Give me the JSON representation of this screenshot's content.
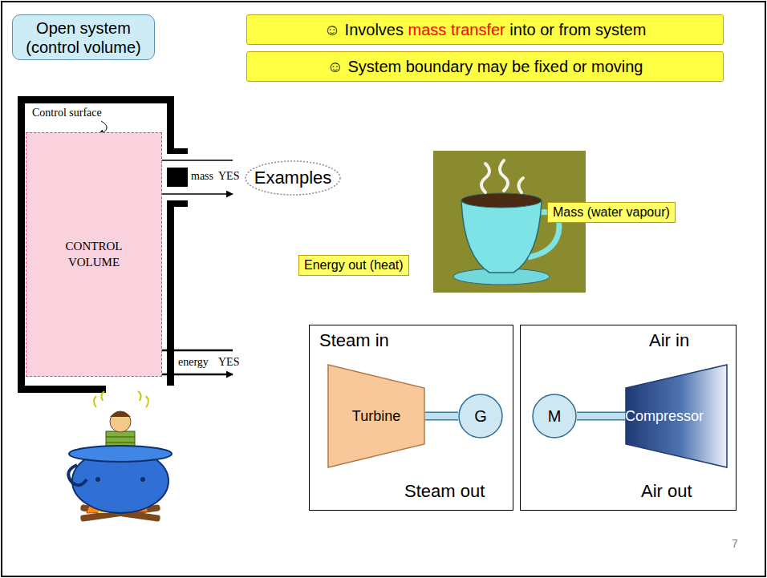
{
  "diagram": {
    "nodes": [
      {
        "text": [
          "Open system (control volume)"
        ]
      },
      {
        "text": [
          "☺ Involves",
          "mass transfer",
          "into or from system"
        ]
      },
      {
        "text": [
          "☺ System boundary may be fixed or moving"
        ]
      },
      {
        "text": [
          "CONTROL VOLUME"
        ]
      },
      {
        "text": [
          "Examples"
        ]
      },
      {
        "text": [
          "Mass (water vapour)"
        ]
      },
      {
        "text": [
          "Energy out (heat)"
        ]
      },
      {
        "text": [
          "Steam in",
          "Steam out"
        ]
      },
      {
        "text": [
          "Turbine"
        ],
        "in": 7
      },
      {
        "text": [
          "G"
        ],
        "in": 7
      },
      {
        "text": [
          "Air in",
          "Air out"
        ]
      },
      {
        "text": [
          "M"
        ],
        "in": 10
      },
      {
        "text": [
          "Compressor"
        ],
        "in": 10
      }
    ],
    "edges": [
      {
        "from": 8,
        "to": 9,
        "arrow": "none"
      },
      {
        "from": 11,
        "to": 12,
        "arrow": "none"
      }
    ],
    "labels": [
      "Control surface",
      "mass",
      "YES",
      "energy",
      "YES",
      "7"
    ]
  }
}
